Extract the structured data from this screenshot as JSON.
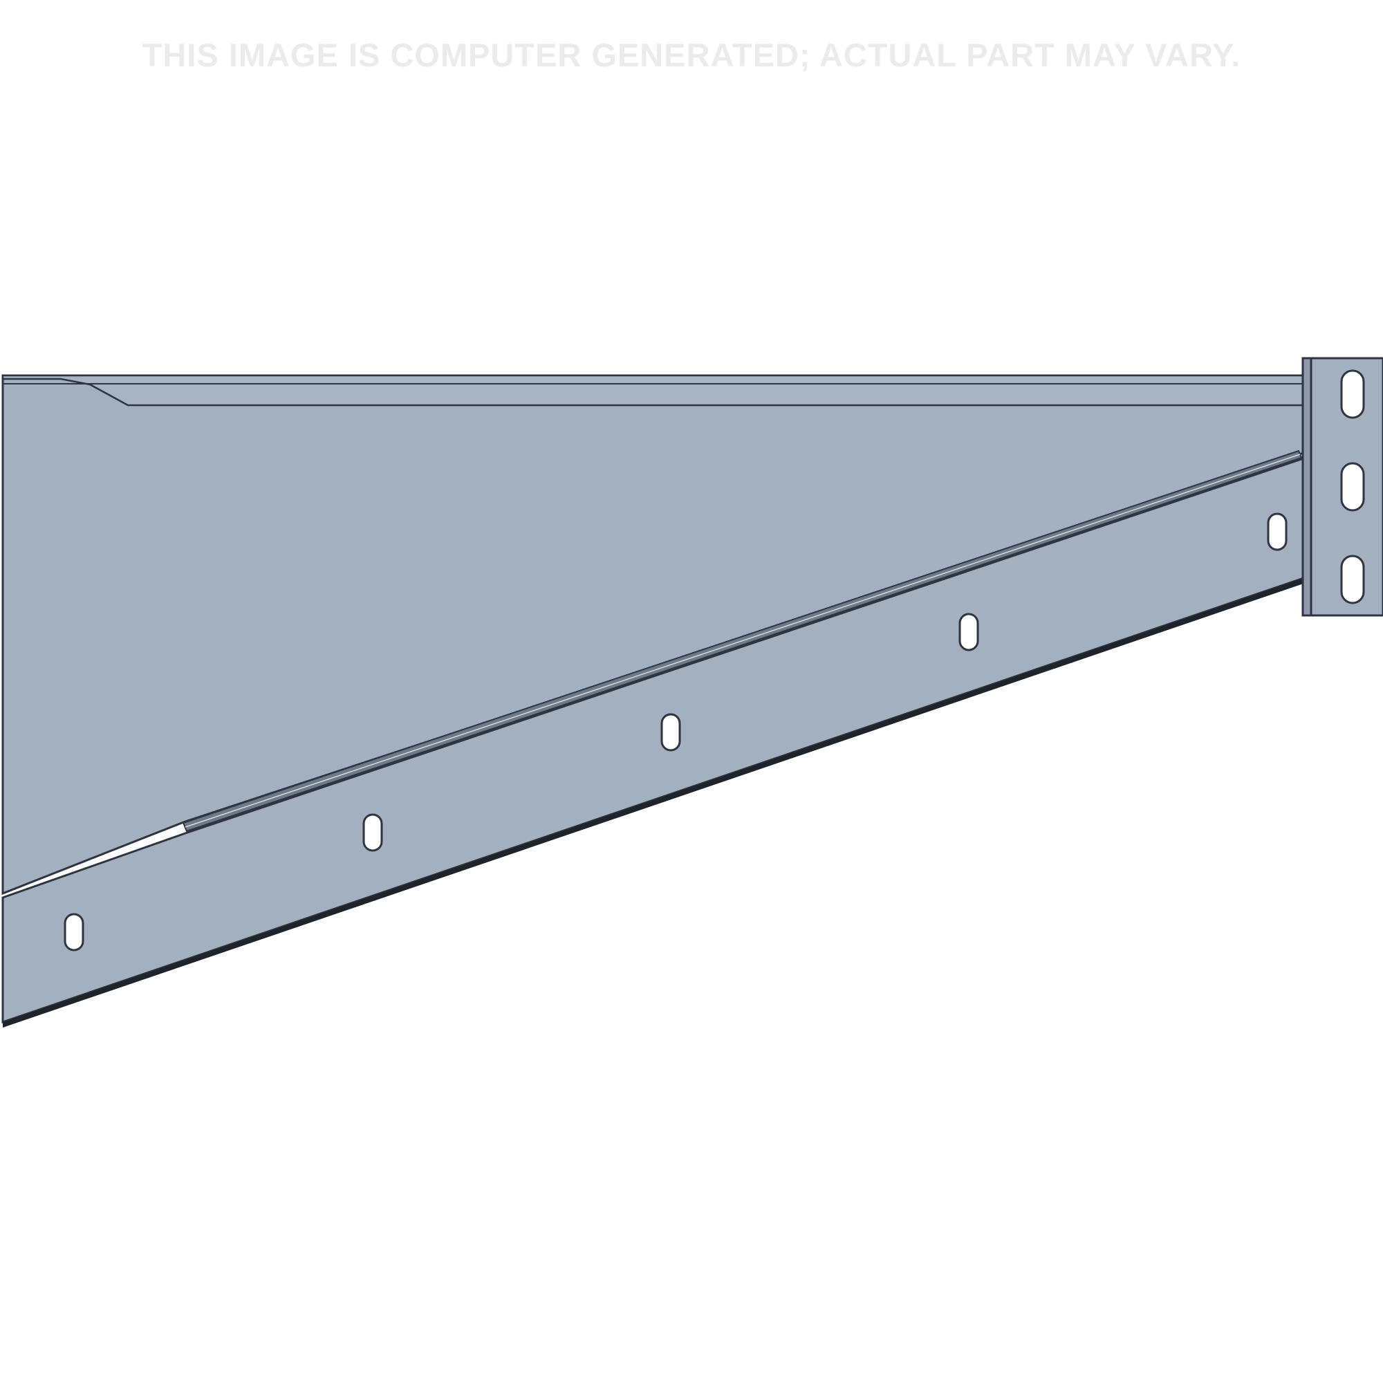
{
  "disclaimer": {
    "text": "THIS IMAGE IS COMPUTER GENERATED; ACTUAL PART MAY VARY."
  },
  "part": {
    "kind": "cantilever-arm-bracket",
    "colors": {
      "body": "#a3b0bf",
      "body_dark": "#8e9bab",
      "outline": "#2e3440",
      "edge_shadow": "#1f242b",
      "slot": "#ffffff",
      "disclaimer_text": "#ebebeb"
    },
    "arm_slots": 5,
    "mount_plate_slots": 3
  }
}
